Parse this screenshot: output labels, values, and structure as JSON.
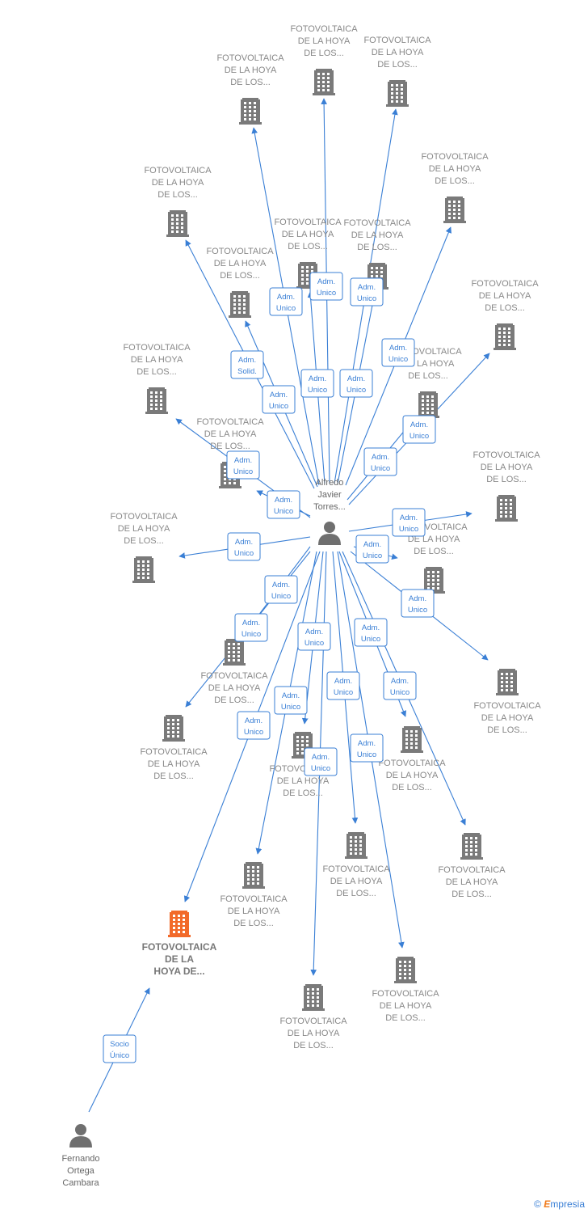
{
  "colors": {
    "edge": "#3a7fd5",
    "company": "#7a7a7a",
    "company_main": "#f26a2a",
    "person": "#6f6f6f"
  },
  "company_label": [
    "FOTOVOLTAICA",
    "DE LA HOYA",
    "DE LOS..."
  ],
  "main_company_label": [
    "FOTOVOLTAICA",
    "DE LA",
    "HOYA DE..."
  ],
  "persons": [
    {
      "id": "alfredo",
      "label": [
        "Alfredo",
        "Javier",
        "Torres..."
      ]
    },
    {
      "id": "fernando",
      "label": [
        "Fernando",
        "Ortega",
        "Cambara"
      ]
    }
  ],
  "companies": [
    {
      "id": "c1",
      "icon": "building-icon"
    },
    {
      "id": "c2",
      "icon": "building-icon"
    },
    {
      "id": "c3",
      "icon": "building-icon"
    },
    {
      "id": "c4",
      "icon": "building-icon"
    },
    {
      "id": "c5",
      "icon": "building-icon"
    },
    {
      "id": "c6",
      "icon": "building-icon"
    },
    {
      "id": "c7",
      "icon": "building-icon"
    },
    {
      "id": "c8",
      "icon": "building-icon"
    },
    {
      "id": "c9",
      "icon": "building-icon"
    },
    {
      "id": "c10",
      "icon": "building-icon"
    },
    {
      "id": "c11",
      "icon": "building-icon"
    },
    {
      "id": "c12",
      "icon": "building-icon"
    },
    {
      "id": "c13",
      "icon": "building-icon"
    },
    {
      "id": "c14",
      "icon": "building-icon"
    },
    {
      "id": "c15",
      "icon": "building-icon"
    },
    {
      "id": "c16",
      "icon": "building-icon"
    },
    {
      "id": "c17",
      "icon": "building-icon"
    },
    {
      "id": "c18",
      "icon": "building-icon"
    },
    {
      "id": "c19",
      "icon": "building-icon"
    },
    {
      "id": "c20",
      "icon": "building-icon"
    },
    {
      "id": "c21",
      "icon": "building-icon"
    },
    {
      "id": "c22",
      "icon": "building-icon"
    },
    {
      "id": "c23",
      "icon": "building-icon"
    },
    {
      "id": "c24",
      "icon": "building-icon"
    },
    {
      "id": "main",
      "icon": "building-icon",
      "main": true
    }
  ],
  "edges": [
    {
      "from": "alfredo",
      "to": "c1",
      "label": [
        "Adm.",
        "Unico"
      ]
    },
    {
      "from": "alfredo",
      "to": "c2",
      "label": [
        "Adm.",
        "Unico"
      ]
    },
    {
      "from": "alfredo",
      "to": "c3",
      "label": [
        "Adm.",
        "Unico"
      ]
    },
    {
      "from": "alfredo",
      "to": "c4",
      "label": [
        "Adm.",
        "Solid."
      ]
    },
    {
      "from": "alfredo",
      "to": "c5",
      "label": [
        "Adm.",
        "Unico"
      ]
    },
    {
      "from": "alfredo",
      "to": "c6",
      "label": [
        "Adm.",
        "Unico"
      ]
    },
    {
      "from": "alfredo",
      "to": "c7",
      "label": [
        "Adm.",
        "Unico"
      ]
    },
    {
      "from": "alfredo",
      "to": "c8",
      "label": [
        "Adm.",
        "Unico"
      ]
    },
    {
      "from": "alfredo",
      "to": "c9",
      "label": [
        "Adm.",
        "Unico"
      ]
    },
    {
      "from": "alfredo",
      "to": "c10",
      "label": [
        "Adm.",
        "Unico"
      ]
    },
    {
      "from": "alfredo",
      "to": "c11",
      "label": [
        "Adm.",
        "Unico"
      ]
    },
    {
      "from": "alfredo",
      "to": "c12",
      "label": [
        "Adm.",
        "Unico"
      ]
    },
    {
      "from": "alfredo",
      "to": "c13",
      "label": [
        "Adm.",
        "Unico"
      ]
    },
    {
      "from": "alfredo",
      "to": "c14",
      "label": [
        "Adm.",
        "Unico"
      ]
    },
    {
      "from": "alfredo",
      "to": "c15",
      "label": [
        "Adm.",
        "Unico"
      ]
    },
    {
      "from": "alfredo",
      "to": "c16",
      "label": [
        "Adm.",
        "Unico"
      ]
    },
    {
      "from": "alfredo",
      "to": "c17",
      "label": [
        "Adm.",
        "Unico"
      ]
    },
    {
      "from": "alfredo",
      "to": "c18",
      "label": [
        "Adm.",
        "Unico"
      ]
    },
    {
      "from": "alfredo",
      "to": "c19",
      "label": [
        "Adm.",
        "Unico"
      ]
    },
    {
      "from": "alfredo",
      "to": "c20",
      "label": [
        "Adm.",
        "Unico"
      ]
    },
    {
      "from": "alfredo",
      "to": "c21",
      "label": [
        "Adm.",
        "Unico"
      ]
    },
    {
      "from": "alfredo",
      "to": "c22",
      "label": [
        "Adm.",
        "Unico"
      ]
    },
    {
      "from": "alfredo",
      "to": "c23",
      "label": [
        "Adm.",
        "Unico"
      ]
    },
    {
      "from": "alfredo",
      "to": "c24",
      "label": [
        "Adm.",
        "Unico"
      ]
    },
    {
      "from": "alfredo",
      "to": "main",
      "label": [
        "Adm.",
        "Unico"
      ]
    },
    {
      "from": "fernando",
      "to": "main",
      "label": [
        "Socio",
        "Único"
      ]
    }
  ],
  "footer": {
    "copyright": "©",
    "brand_first": "E",
    "brand_rest": "mpresia"
  }
}
